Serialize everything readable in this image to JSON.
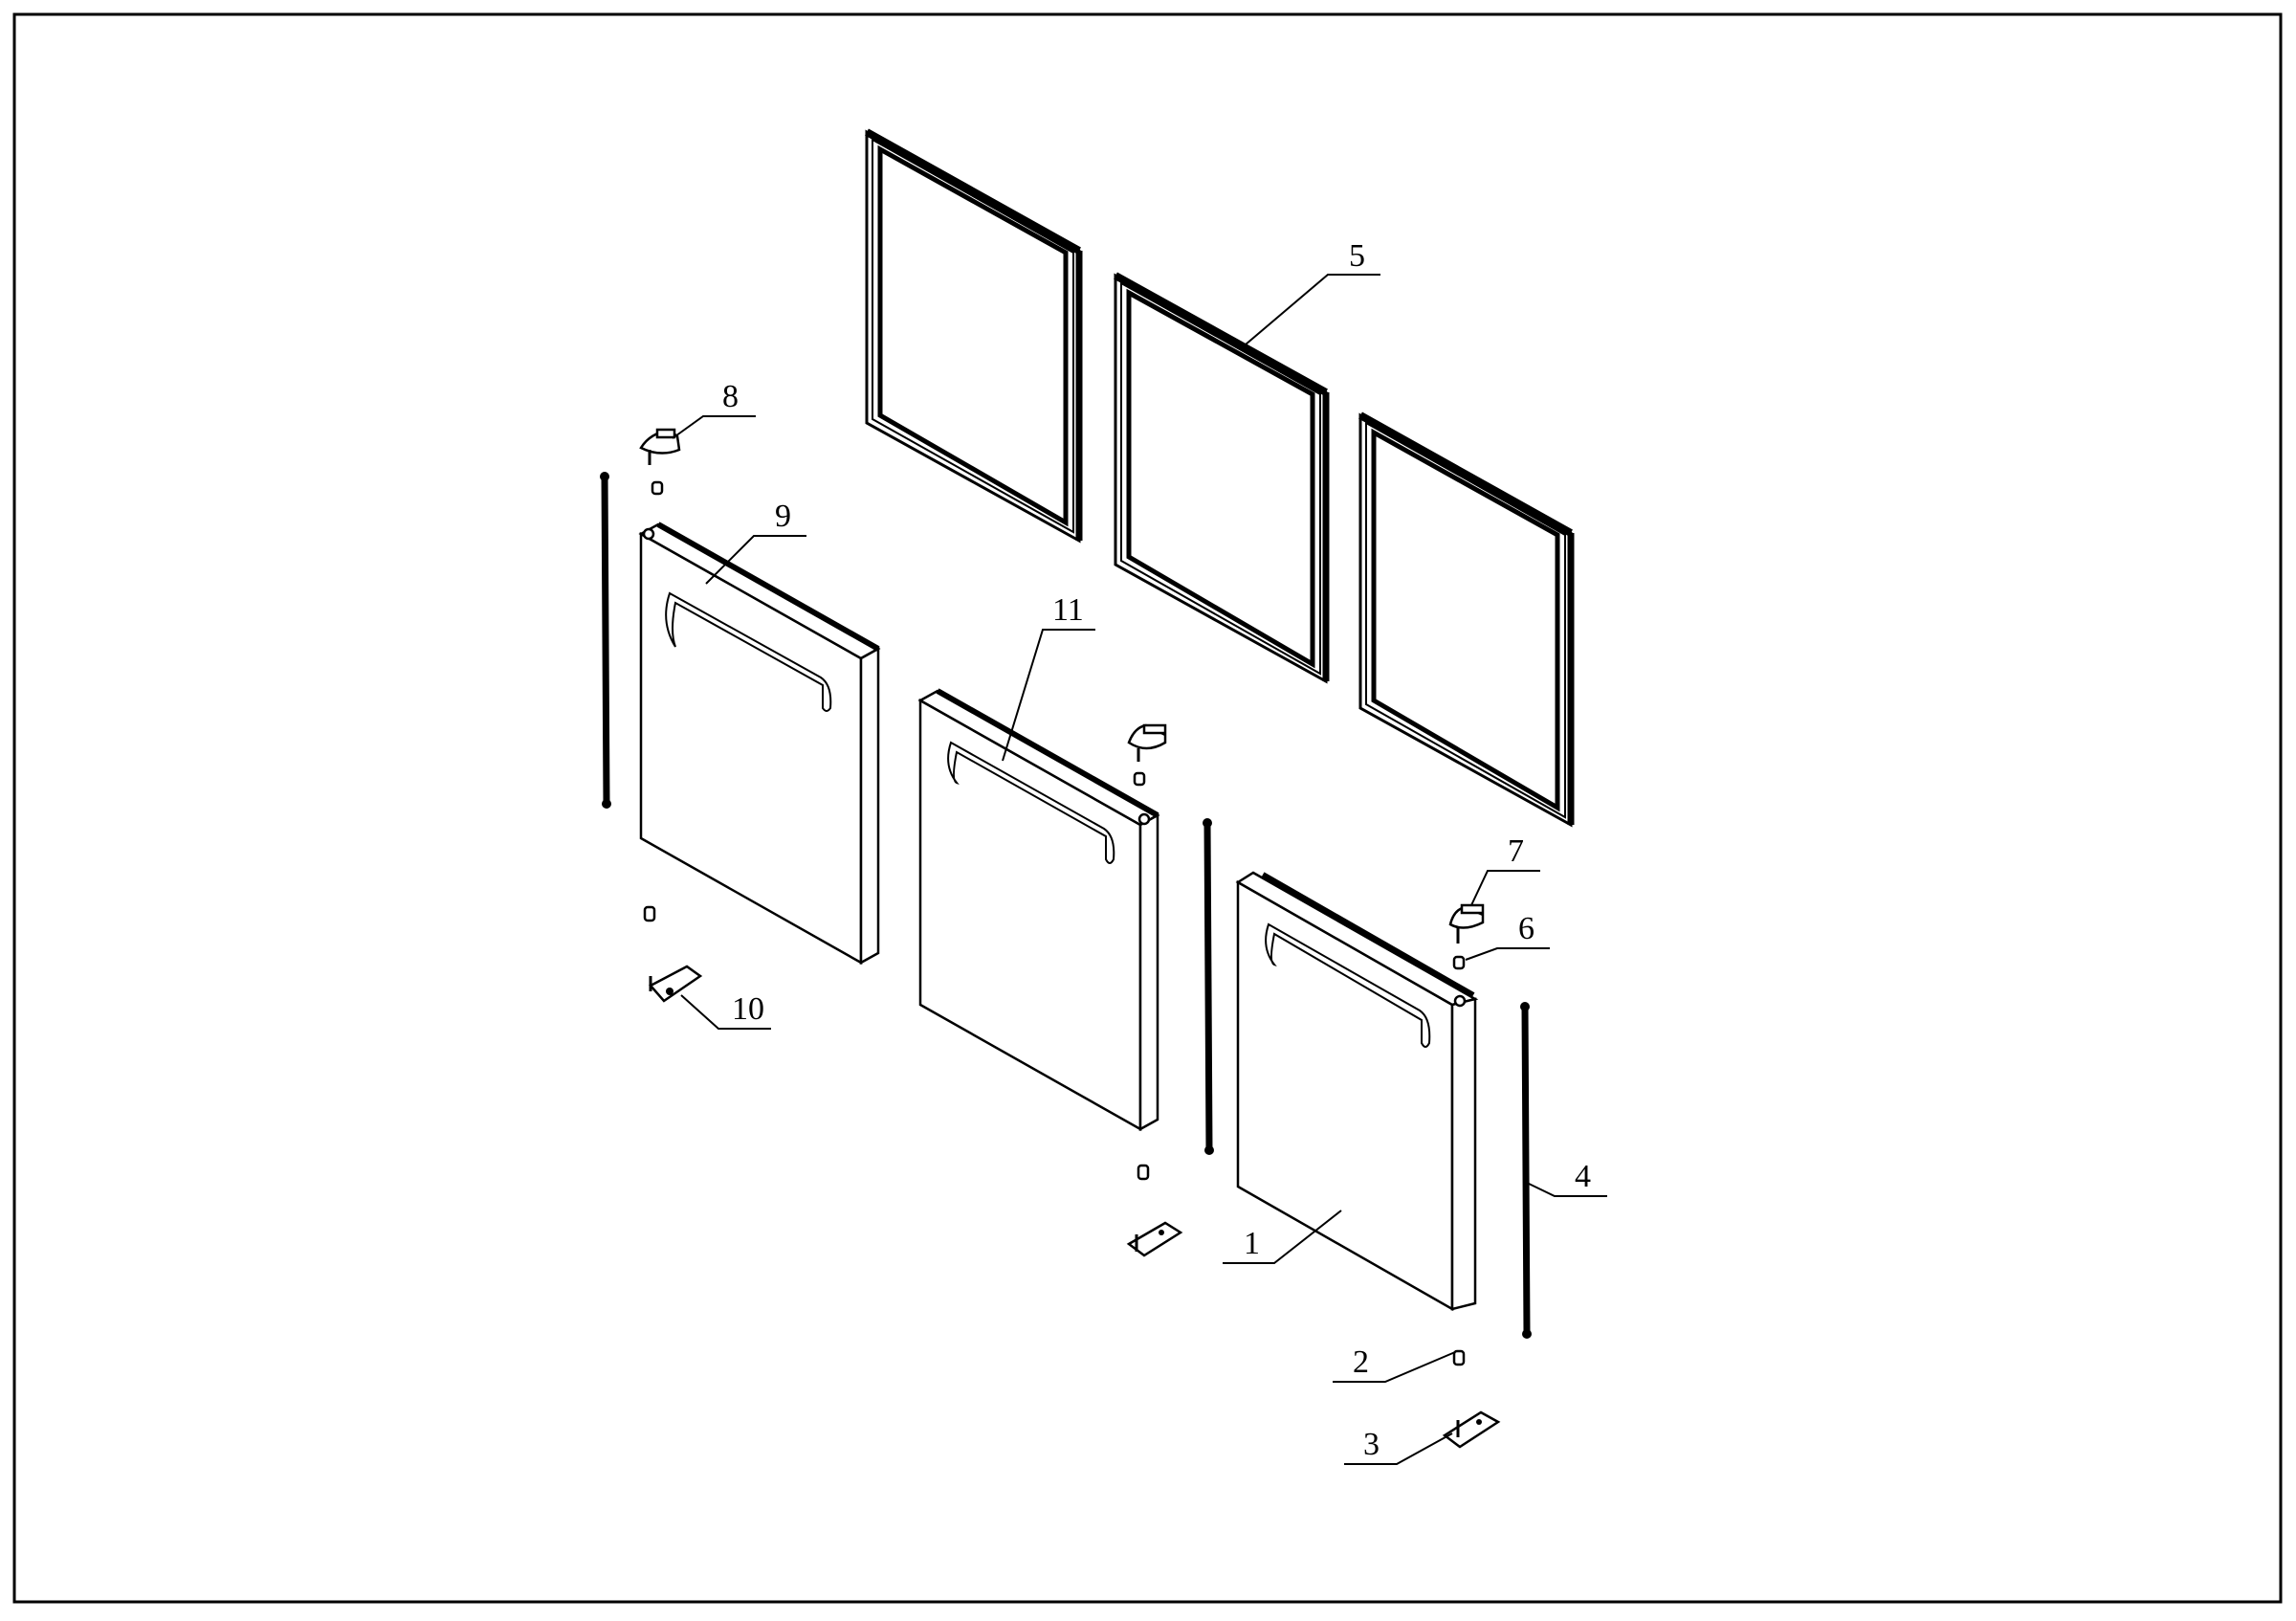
{
  "drawing": {
    "type": "exploded assembly view",
    "subject": "three refrigerator doors with gaskets, hinges and hardware",
    "background": "#ffffff",
    "line_color": "#000000"
  },
  "callouts": [
    {
      "id": "1",
      "label": "1",
      "part": "right door"
    },
    {
      "id": "2",
      "label": "2",
      "part": "hinge pin / bushing (bottom)"
    },
    {
      "id": "3",
      "label": "3",
      "part": "bottom hinge"
    },
    {
      "id": "4",
      "label": "4",
      "part": "door rod / strip"
    },
    {
      "id": "5",
      "label": "5",
      "part": "door gasket"
    },
    {
      "id": "6",
      "label": "6",
      "part": "hinge bushing (top)"
    },
    {
      "id": "7",
      "label": "7",
      "part": "top hinge"
    },
    {
      "id": "8",
      "label": "8",
      "part": "top hinge (left door)"
    },
    {
      "id": "9",
      "label": "9",
      "part": "left door"
    },
    {
      "id": "10",
      "label": "10",
      "part": "bottom hinge (left door)"
    },
    {
      "id": "11",
      "label": "11",
      "part": "middle door"
    }
  ]
}
